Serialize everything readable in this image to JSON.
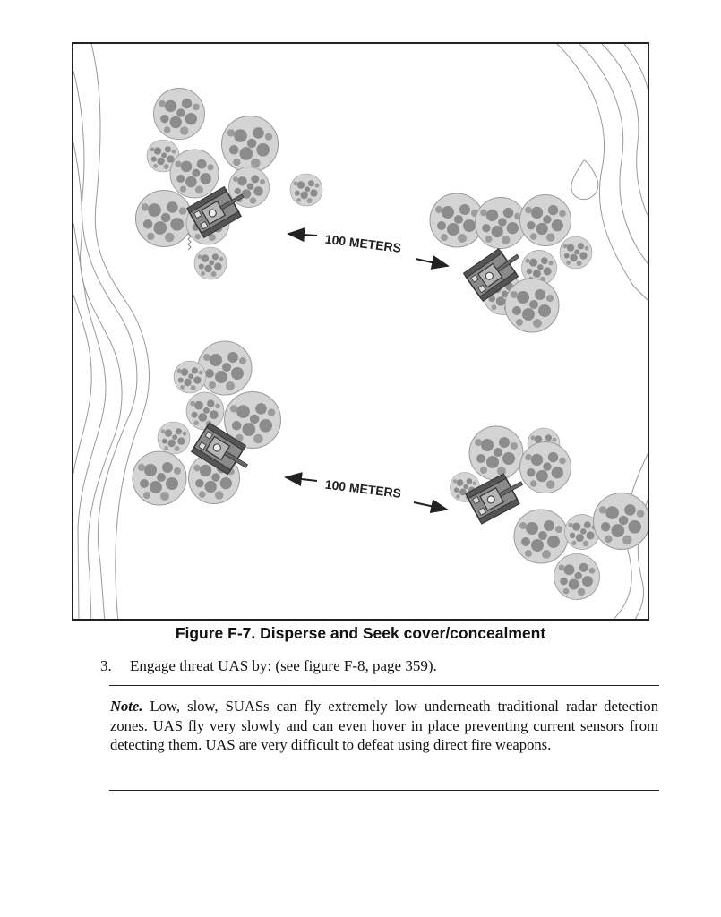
{
  "figure": {
    "distance_labels": [
      "100 METERS",
      "100 METERS"
    ],
    "caption": "Figure F-7. Disperse and Seek cover/concealment"
  },
  "step": {
    "number": "3.",
    "text": "Engage threat UAS by: (see figure F-8, page 359)."
  },
  "note": {
    "label": "Note.",
    "text": "Low, slow, SUASs can fly extremely low underneath traditional radar detection zones. UAS fly very slowly and can even hover in place preventing current sensors from detecting them. UAS are very difficult to defeat using direct fire weapons."
  }
}
